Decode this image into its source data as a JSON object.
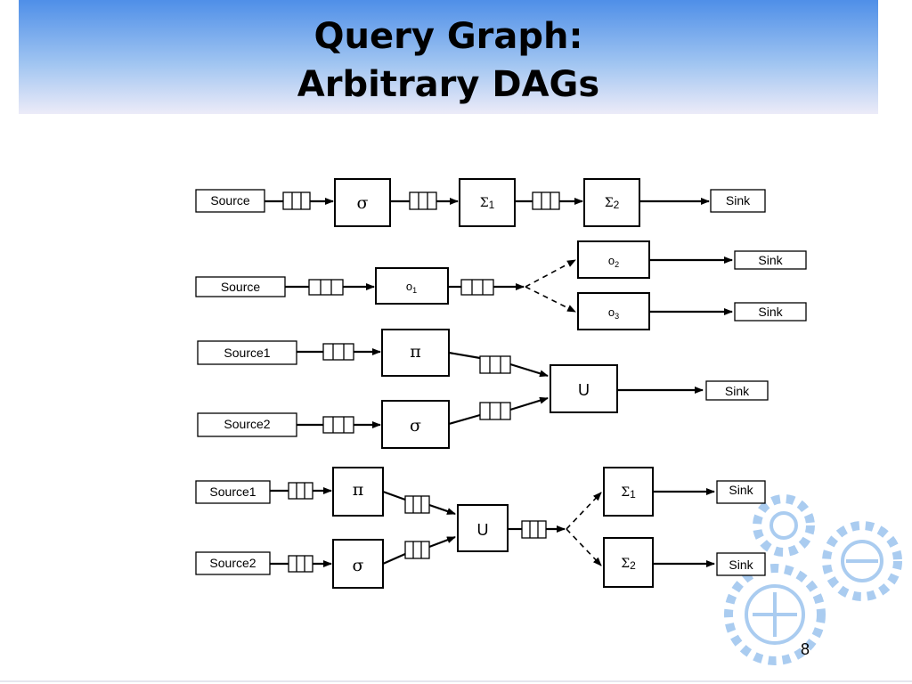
{
  "slide": {
    "title_line1": "Query Graph:",
    "title_line2": "Arbitrary DAGs",
    "page_number": "8"
  },
  "diagram": {
    "source": "Source",
    "source1": "Source1",
    "source2": "Source2",
    "sink": "Sink",
    "sigma": "σ",
    "pi": "π",
    "union": "U",
    "sum": "Σ",
    "o": "o",
    "sub1": "1",
    "sub2": "2",
    "sub3": "3"
  },
  "colors": {
    "title_gradient_top": "#4f8fe8",
    "title_gradient_bottom": "#ecebf8",
    "gear_watermark": "#9cc4ee"
  }
}
